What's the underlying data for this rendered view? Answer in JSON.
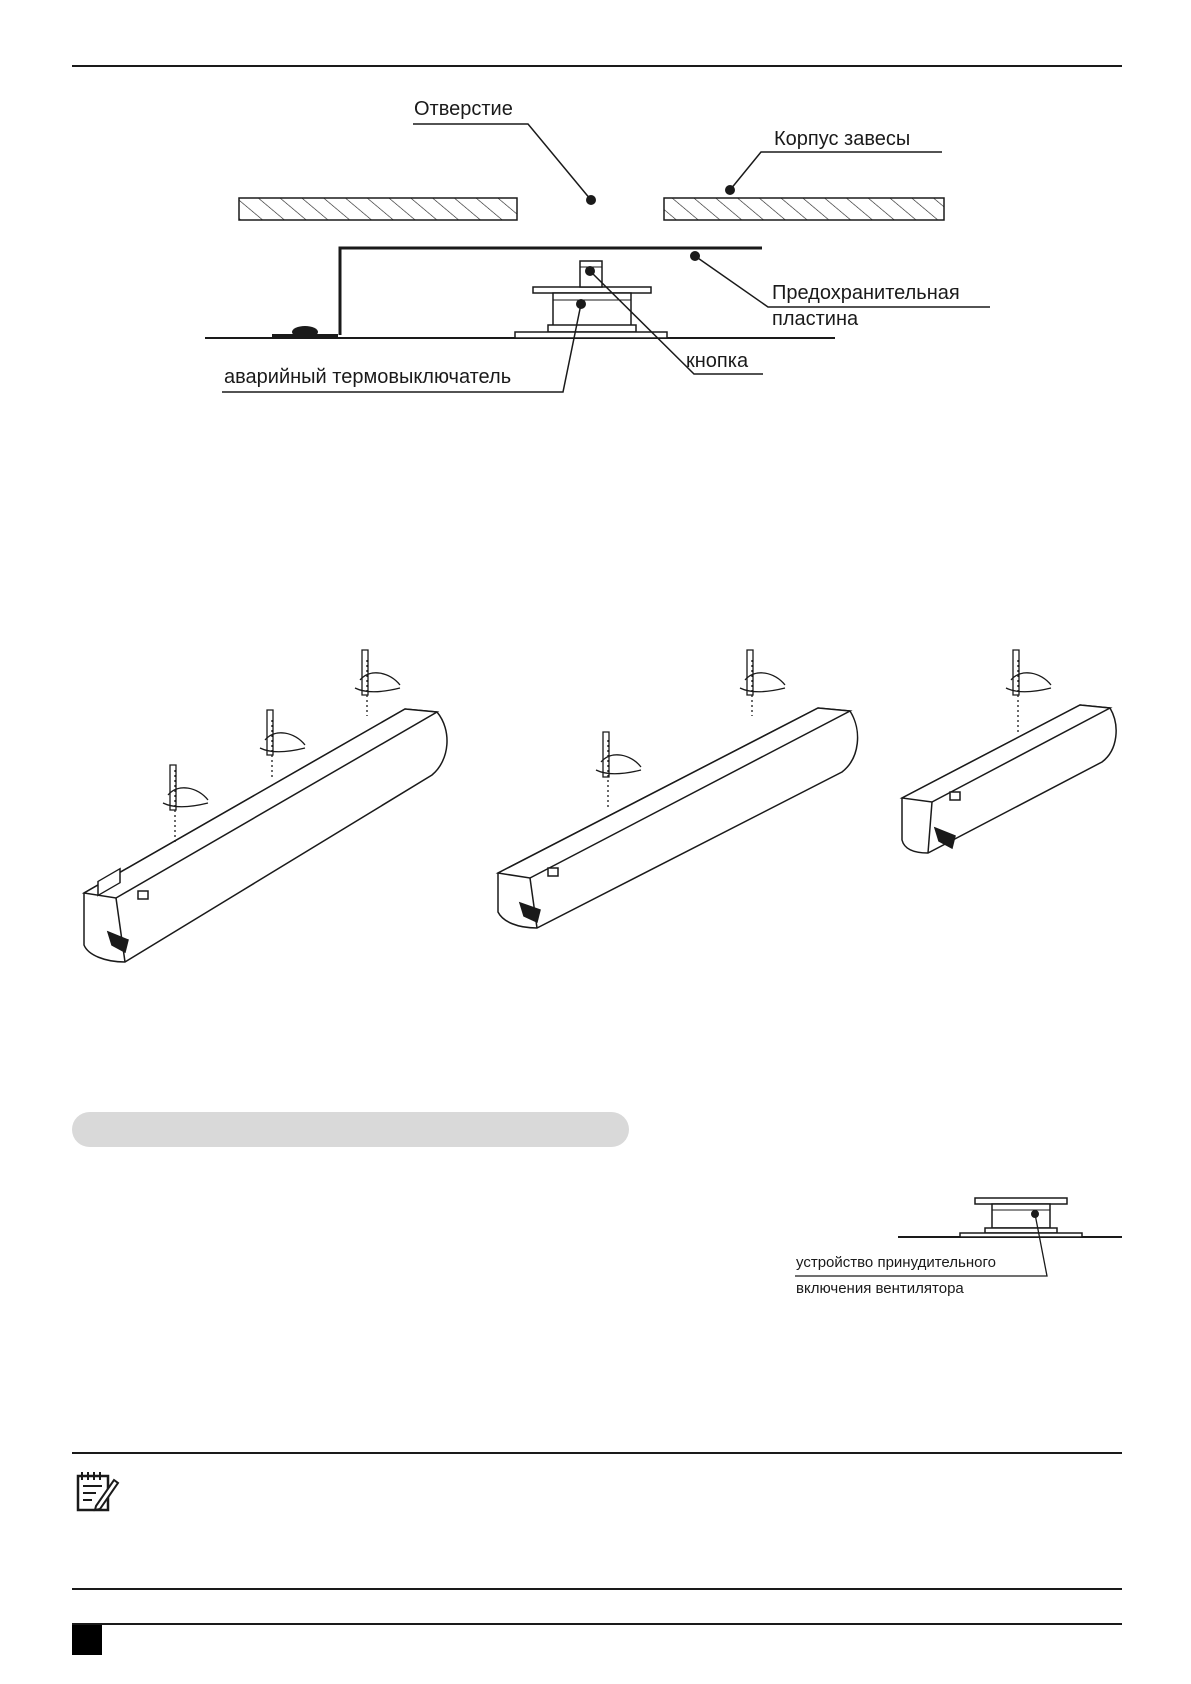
{
  "diagram_top": {
    "label_hole": "Отверстие",
    "label_body": "Корпус завесы",
    "label_plate_line1": "Предохранительная",
    "label_plate_line2": "пластина",
    "label_button": "кнопка",
    "label_thermo": "аварийный термовыключатель"
  },
  "diagram_bottom": {
    "label_line1": "устройство принудительного",
    "label_line2": "включения вентилятора"
  },
  "icons": {
    "note": "note-icon"
  },
  "colors": {
    "ink": "#1a1a1a",
    "pill": "#d9d9d9",
    "page_box": "#000000"
  }
}
